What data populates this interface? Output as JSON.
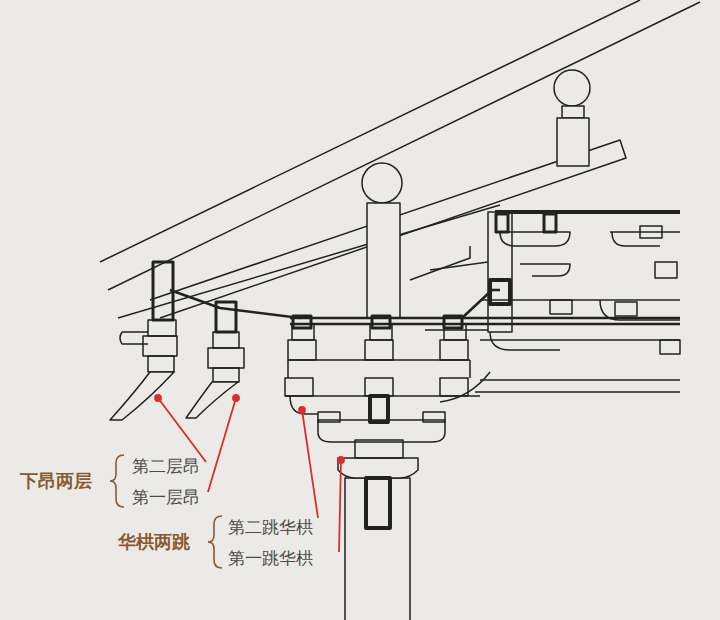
{
  "diagram": {
    "labels": [
      "第二层昂",
      "第一层昂",
      "下昂两层",
      "第二跳华栱",
      "第一跳华栱",
      "华栱两跳"
    ]
  }
}
